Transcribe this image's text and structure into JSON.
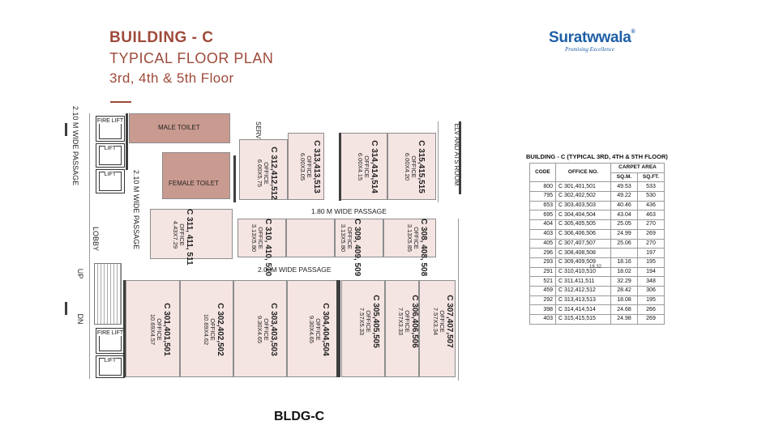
{
  "header": {
    "title_line1": "BUILDING - C",
    "title_line2": "TYPICAL FLOOR PLAN",
    "title_line3": "3rd, 4th & 5th Floor"
  },
  "logo": {
    "name": "Suratwwala",
    "reg": "®",
    "tagline": "Promising Excellence"
  },
  "colors": {
    "accent": "#9e4a3a",
    "brand": "#1f5fa6",
    "office_fill": "#f4e4e2",
    "toilet_fill": "#c99a8f"
  },
  "plan": {
    "passage_left": "2.10 M WIDE PASSAGE",
    "passage_inner": "2.10 M WIDE PASSAGE",
    "passage_180": "1.80 M WIDE PASSAGE",
    "passage_200": "2.00M WIDE PASSAGE",
    "lobby": "LOBBY",
    "up": "UP",
    "dn": "DN",
    "fire_lift": "FIRE LIFT",
    "lift": "LIFT",
    "male_toilet": "MALE TOILET",
    "female_toilet": "FEMALE TOILET",
    "service_slab": "SERVICE SLAB",
    "elv_room": "ELV AND ATS ROOM",
    "building_label": "BLDG-C",
    "offices": {
      "o312": {
        "code": "C 312,412,512",
        "type": "OFFICE",
        "size": "6.00X5.75"
      },
      "o313": {
        "code": "C 313,413,513",
        "type": "OFFICE",
        "size": "6.00X3.05"
      },
      "o314": {
        "code": "C 314,414,514",
        "type": "OFFICE",
        "size": "6.00X4.15"
      },
      "o315": {
        "code": "C 315,415,515",
        "type": "OFFICE",
        "size": "6.00X4.20"
      },
      "o311": {
        "code": "C 311, 411, 511",
        "type": "OFFICE",
        "size": "4.43X7.29"
      },
      "o310": {
        "code": "C 310, 410, 510",
        "type": "OFFICE",
        "size": "3.13X5.80"
      },
      "o309": {
        "code": "C 309, 409, 509",
        "type": "OFFICE",
        "size": "3.13X5.80"
      },
      "o308": {
        "code": "C 308, 408, 508",
        "type": "OFFICE",
        "size": "3.13X5.85"
      },
      "o301": {
        "code": "C 301,401,501",
        "type": "OFFICE",
        "size": "10.69X4.57"
      },
      "o302": {
        "code": "C 302,402,502",
        "type": "OFFICE",
        "size": "10.69X4.62"
      },
      "o303": {
        "code": "C 303,403,503",
        "type": "OFFICE",
        "size": "9.30X4.65"
      },
      "o304": {
        "code": "C 304,404,504",
        "type": "OFFICE",
        "size": "9.30X4.65"
      },
      "o305": {
        "code": "C 305,405,505",
        "type": "OFFICE",
        "size": "7.57X5.33"
      },
      "o306": {
        "code": "C 306,406,506",
        "type": "OFFICE",
        "size": "7.57X3.33"
      },
      "o307": {
        "code": "C 307,407,507",
        "type": "OFFICE",
        "size": "7.57X3.34"
      }
    }
  },
  "area_table": {
    "title": "BUILDING - C (TYPICAL 3RD, 4TH & 5TH FLOOR)",
    "headers": {
      "code": "CODE",
      "office": "OFFICE NO.",
      "carpet": "CARPET AREA",
      "sqm": "SQ.M.",
      "sqft": "SQ.FT."
    },
    "rows": [
      [
        "800",
        "C 301,401,501",
        "49.53",
        "533"
      ],
      [
        "795",
        "C 302,402,502",
        "49.22",
        "530"
      ],
      [
        "653",
        "C 303,403,503",
        "40.46",
        "436"
      ],
      [
        "695",
        "C 304,404,504",
        "43.04",
        "463"
      ],
      [
        "404",
        "C 305,405,505",
        "25.05",
        "270"
      ],
      [
        "403",
        "C 306,406,506",
        "24.99",
        "269"
      ],
      [
        "405",
        "C 307,407,507",
        "25.06",
        "270"
      ],
      [
        "296",
        "C 308,408,508",
        "",
        "197"
      ],
      [
        "293",
        "C 309,409,509",
        "18.16",
        "195"
      ],
      [
        "291",
        "C 310,410,510",
        "18.02",
        "194"
      ],
      [
        "521",
        "C 311,411,511",
        "32.29",
        "348"
      ],
      [
        "459",
        "C 312,412,512",
        "28.42",
        "306"
      ],
      [
        "292",
        "C 313,413,513",
        "18.08",
        "195"
      ],
      [
        "398",
        "C 314,414,514",
        "24.68",
        "266"
      ],
      [
        "403",
        "C 315,415,515",
        "24.98",
        "269"
      ]
    ],
    "stray_value": "18.32"
  }
}
